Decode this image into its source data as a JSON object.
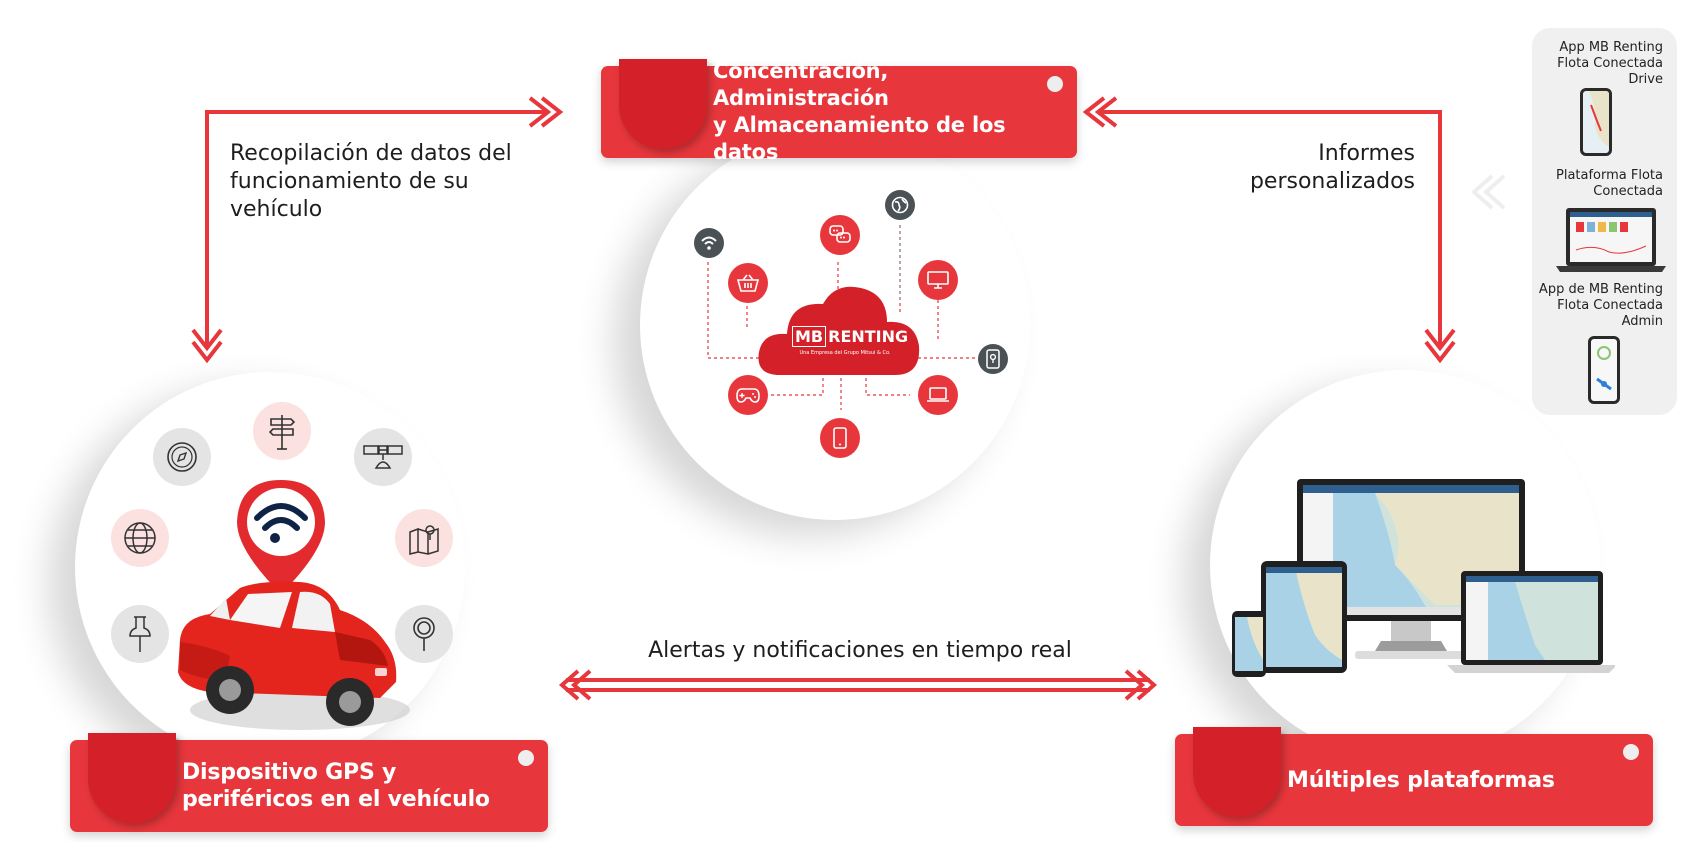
{
  "labels": {
    "top": "Concentración, Administración\ny Almacenamiento de los datos",
    "bottom_left": "Dispositivo GPS y\nperiféricos en el vehículo",
    "bottom_right": "Múltiples plataformas"
  },
  "flows": {
    "left": "Recopilación de datos del\nfuncionamiento de su\nvehículo",
    "right": "Informes\npersonalizados",
    "bottom": "Alertas y notificaciones en tiempo real"
  },
  "cloud": {
    "brand_mb": "MB",
    "brand_name": "RENTING",
    "tagline": "Una Empresa del Grupo Mitsui & Co."
  },
  "side_panel": {
    "item1": "App MB Renting\nFlota Conectada\nDrive",
    "item2": "Plataforma Flota\nConectada",
    "item3": "App de MB Renting\nFlota Conectada\nAdmin"
  },
  "colors": {
    "primary_red": "#e8373c",
    "dark_red": "#d42129",
    "icon_dark": "#4a5256",
    "pink": "#fbe1df",
    "panel_bg": "#f0f0f0"
  },
  "icons": {
    "cloud": [
      "wifi-icon",
      "basket-icon",
      "chat-icon",
      "globe-icon",
      "tv-icon",
      "location-phone-icon",
      "laptop-icon",
      "mobile-icon",
      "gamepad-icon"
    ],
    "vehicle": [
      "compass-icon",
      "signpost-icon",
      "satellite-icon",
      "globe-icon",
      "map-icon",
      "pushpin-icon",
      "magnifier-icon",
      "wifi-pin-icon",
      "car-icon"
    ]
  }
}
